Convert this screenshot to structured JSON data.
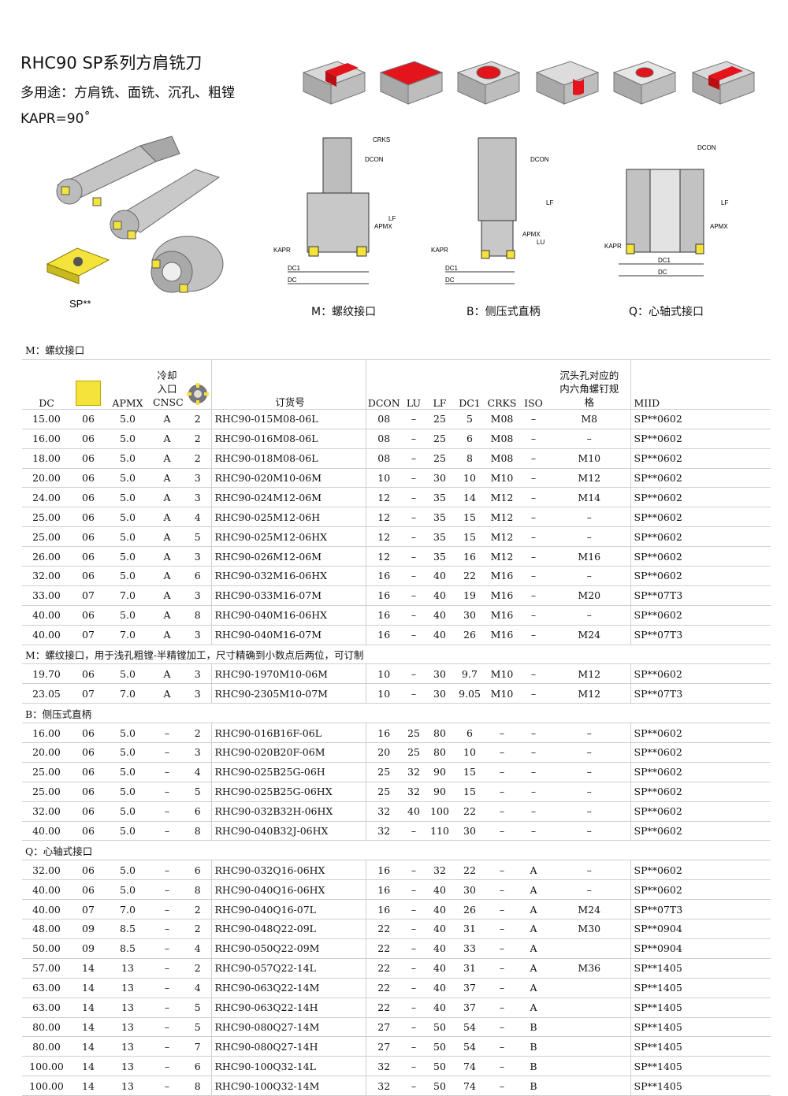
{
  "header": {
    "title": "RHC90 SP系列方肩铣刀",
    "uses": "多用途：方肩铣、面铣、沉孔、粗镗",
    "kapr": "KAPR=90˚"
  },
  "figures": {
    "insert_label": "SP**",
    "cap_m": "M：螺纹接口",
    "cap_b": "B：侧压式直柄",
    "cap_q": "Q：心轴式接口",
    "dim_labels": [
      "CRKS",
      "DCON",
      "APMX",
      "LF",
      "KAPR",
      "DC1",
      "DC",
      "LU"
    ]
  },
  "colors": {
    "red": "#e3141c",
    "yellow": "#f3e33b",
    "steel": "#b7b7b7",
    "grid": "#cfcfcf"
  },
  "table": {
    "headers": [
      "DC",
      "",
      "APMX",
      "冷却入口CNSC",
      "",
      "订货号",
      "DCON",
      "LU",
      "LF",
      "DC1",
      "CRKS",
      "ISO",
      "沉头孔对应的内六角螺钉规格",
      "MIID"
    ],
    "sections": [
      {
        "title": "M：螺纹接口",
        "rows": [
          [
            "15.00",
            "06",
            "5.0",
            "A",
            "2",
            "RHC90-015M08-06L",
            "08",
            "–",
            "25",
            "5",
            "M08",
            "–",
            "M8",
            "SP**0602"
          ],
          [
            "16.00",
            "06",
            "5.0",
            "A",
            "2",
            "RHC90-016M08-06L",
            "08",
            "–",
            "25",
            "6",
            "M08",
            "–",
            "–",
            "SP**0602"
          ],
          [
            "18.00",
            "06",
            "5.0",
            "A",
            "2",
            "RHC90-018M08-06L",
            "08",
            "–",
            "25",
            "8",
            "M08",
            "–",
            "M10",
            "SP**0602"
          ],
          [
            "20.00",
            "06",
            "5.0",
            "A",
            "3",
            "RHC90-020M10-06M",
            "10",
            "–",
            "30",
            "10",
            "M10",
            "–",
            "M12",
            "SP**0602"
          ],
          [
            "24.00",
            "06",
            "5.0",
            "A",
            "3",
            "RHC90-024M12-06M",
            "12",
            "–",
            "35",
            "14",
            "M12",
            "–",
            "M14",
            "SP**0602"
          ],
          [
            "25.00",
            "06",
            "5.0",
            "A",
            "4",
            "RHC90-025M12-06H",
            "12",
            "–",
            "35",
            "15",
            "M12",
            "–",
            "–",
            "SP**0602"
          ],
          [
            "25.00",
            "06",
            "5.0",
            "A",
            "5",
            "RHC90-025M12-06HX",
            "12",
            "–",
            "35",
            "15",
            "M12",
            "–",
            "–",
            "SP**0602"
          ],
          [
            "26.00",
            "06",
            "5.0",
            "A",
            "3",
            "RHC90-026M12-06M",
            "12",
            "–",
            "35",
            "16",
            "M12",
            "–",
            "M16",
            "SP**0602"
          ],
          [
            "32.00",
            "06",
            "5.0",
            "A",
            "6",
            "RHC90-032M16-06HX",
            "16",
            "–",
            "40",
            "22",
            "M16",
            "–",
            "–",
            "SP**0602"
          ],
          [
            "33.00",
            "07",
            "7.0",
            "A",
            "3",
            "RHC90-033M16-07M",
            "16",
            "–",
            "40",
            "19",
            "M16",
            "–",
            "M20",
            "SP**07T3"
          ],
          [
            "40.00",
            "06",
            "5.0",
            "A",
            "8",
            "RHC90-040M16-06HX",
            "16",
            "–",
            "40",
            "30",
            "M16",
            "–",
            "–",
            "SP**0602"
          ],
          [
            "40.00",
            "07",
            "7.0",
            "A",
            "3",
            "RHC90-040M16-07M",
            "16",
            "–",
            "40",
            "26",
            "M16",
            "–",
            "M24",
            "SP**07T3"
          ]
        ]
      },
      {
        "title": "M：螺纹接口，用于浅孔粗镗-半精镗加工，尺寸精确到小数点后两位，可订制",
        "rows": [
          [
            "19.70",
            "06",
            "5.0",
            "A",
            "3",
            "RHC90-1970M10-06M",
            "10",
            "–",
            "30",
            "9.7",
            "M10",
            "–",
            "M12",
            "SP**0602"
          ],
          [
            "23.05",
            "07",
            "7.0",
            "A",
            "3",
            "RHC90-2305M10-07M",
            "10",
            "–",
            "30",
            "9.05",
            "M10",
            "–",
            "M12",
            "SP**07T3"
          ]
        ]
      },
      {
        "title": "B：侧压式直柄",
        "rows": [
          [
            "16.00",
            "06",
            "5.0",
            "–",
            "2",
            "RHC90-016B16F-06L",
            "16",
            "25",
            "80",
            "6",
            "–",
            "–",
            "–",
            "SP**0602"
          ],
          [
            "20.00",
            "06",
            "5.0",
            "–",
            "3",
            "RHC90-020B20F-06M",
            "20",
            "25",
            "80",
            "10",
            "–",
            "–",
            "–",
            "SP**0602"
          ],
          [
            "25.00",
            "06",
            "5.0",
            "–",
            "4",
            "RHC90-025B25G-06H",
            "25",
            "32",
            "90",
            "15",
            "–",
            "–",
            "–",
            "SP**0602"
          ],
          [
            "25.00",
            "06",
            "5.0",
            "–",
            "5",
            "RHC90-025B25G-06HX",
            "25",
            "32",
            "90",
            "15",
            "–",
            "–",
            "–",
            "SP**0602"
          ],
          [
            "32.00",
            "06",
            "5.0",
            "–",
            "6",
            "RHC90-032B32H-06HX",
            "32",
            "40",
            "100",
            "22",
            "–",
            "–",
            "–",
            "SP**0602"
          ],
          [
            "40.00",
            "06",
            "5.0",
            "–",
            "8",
            "RHC90-040B32J-06HX",
            "32",
            "–",
            "110",
            "30",
            "–",
            "–",
            "–",
            "SP**0602"
          ]
        ]
      },
      {
        "title": "Q：心轴式接口",
        "rows": [
          [
            "32.00",
            "06",
            "5.0",
            "–",
            "6",
            "RHC90-032Q16-06HX",
            "16",
            "–",
            "32",
            "22",
            "–",
            "A",
            "–",
            "SP**0602"
          ],
          [
            "40.00",
            "06",
            "5.0",
            "–",
            "8",
            "RHC90-040Q16-06HX",
            "16",
            "–",
            "40",
            "30",
            "–",
            "A",
            "–",
            "SP**0602"
          ],
          [
            "40.00",
            "07",
            "7.0",
            "–",
            "2",
            "RHC90-040Q16-07L",
            "16",
            "–",
            "40",
            "26",
            "–",
            "A",
            "M24",
            "SP**07T3"
          ],
          [
            "48.00",
            "09",
            "8.5",
            "–",
            "2",
            "RHC90-048Q22-09L",
            "22",
            "–",
            "40",
            "31",
            "–",
            "A",
            "M30",
            "SP**0904"
          ],
          [
            "50.00",
            "09",
            "8.5",
            "–",
            "4",
            "RHC90-050Q22-09M",
            "22",
            "–",
            "40",
            "33",
            "–",
            "A",
            "",
            "SP**0904"
          ],
          [
            "57.00",
            "14",
            "13",
            "–",
            "2",
            "RHC90-057Q22-14L",
            "22",
            "–",
            "40",
            "31",
            "–",
            "A",
            "M36",
            "SP**1405"
          ],
          [
            "63.00",
            "14",
            "13",
            "–",
            "4",
            "RHC90-063Q22-14M",
            "22",
            "–",
            "40",
            "37",
            "–",
            "A",
            "",
            "SP**1405"
          ],
          [
            "63.00",
            "14",
            "13",
            "–",
            "5",
            "RHC90-063Q22-14H",
            "22",
            "–",
            "40",
            "37",
            "–",
            "A",
            "",
            "SP**1405"
          ],
          [
            "80.00",
            "14",
            "13",
            "–",
            "5",
            "RHC90-080Q27-14M",
            "27",
            "–",
            "50",
            "54",
            "–",
            "B",
            "",
            "SP**1405"
          ],
          [
            "80.00",
            "14",
            "13",
            "–",
            "7",
            "RHC90-080Q27-14H",
            "27",
            "–",
            "50",
            "54",
            "–",
            "B",
            "",
            "SP**1405"
          ],
          [
            "100.00",
            "14",
            "13",
            "–",
            "6",
            "RHC90-100Q32-14L",
            "32",
            "–",
            "50",
            "74",
            "–",
            "B",
            "",
            "SP**1405"
          ],
          [
            "100.00",
            "14",
            "13",
            "–",
            "8",
            "RHC90-100Q32-14M",
            "32",
            "–",
            "50",
            "74",
            "–",
            "B",
            "",
            "SP**1405"
          ]
        ]
      }
    ]
  }
}
